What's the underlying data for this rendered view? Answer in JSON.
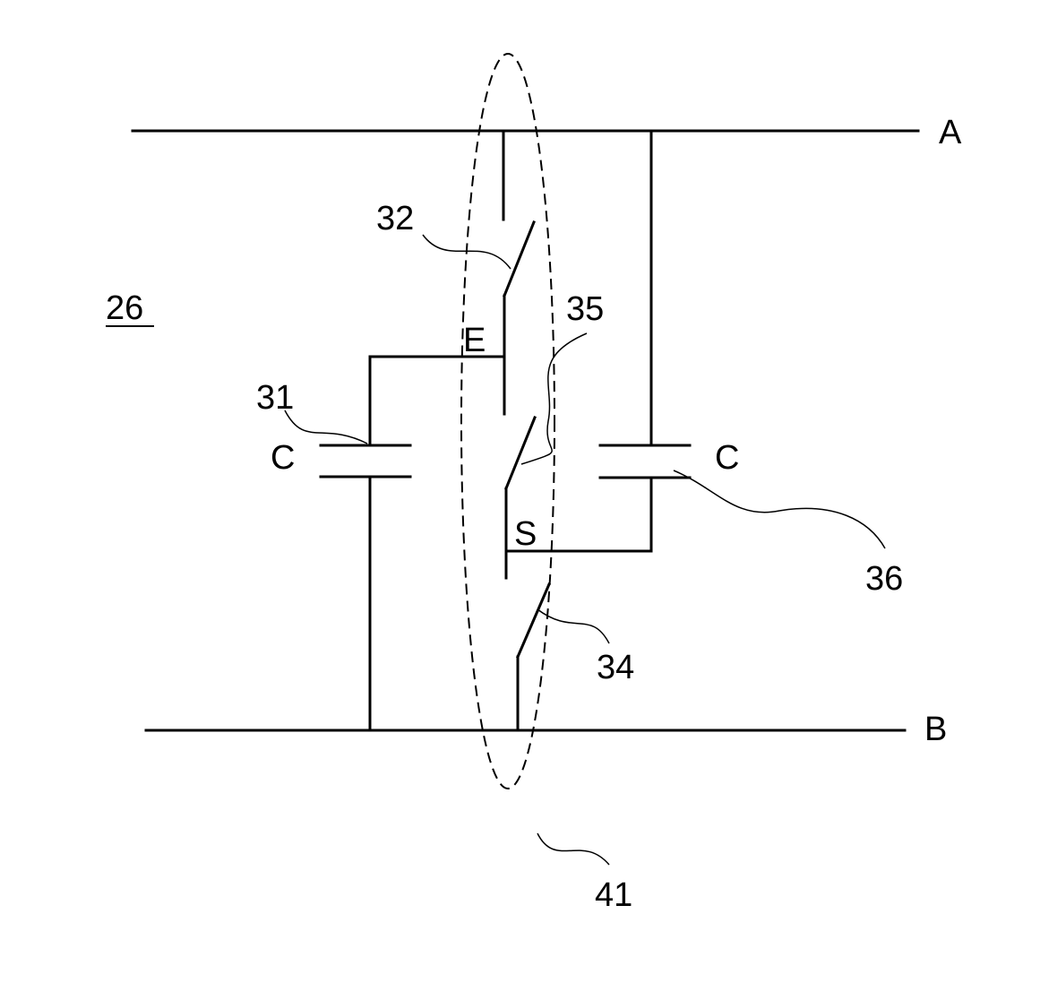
{
  "figure": {
    "reference": "26",
    "nodes": {
      "top_line": "A",
      "bottom_line": "B",
      "node_e": "E",
      "node_s": "S"
    },
    "capacitors": {
      "left_label": "C",
      "right_label": "C"
    },
    "components": {
      "left_capacitor": "31",
      "upper_switch": "32",
      "middle_switch": "35",
      "lower_switch": "34",
      "right_capacitor": "36",
      "switch_group": "41"
    },
    "colors": {
      "line": "#000000",
      "background": "#ffffff"
    }
  }
}
